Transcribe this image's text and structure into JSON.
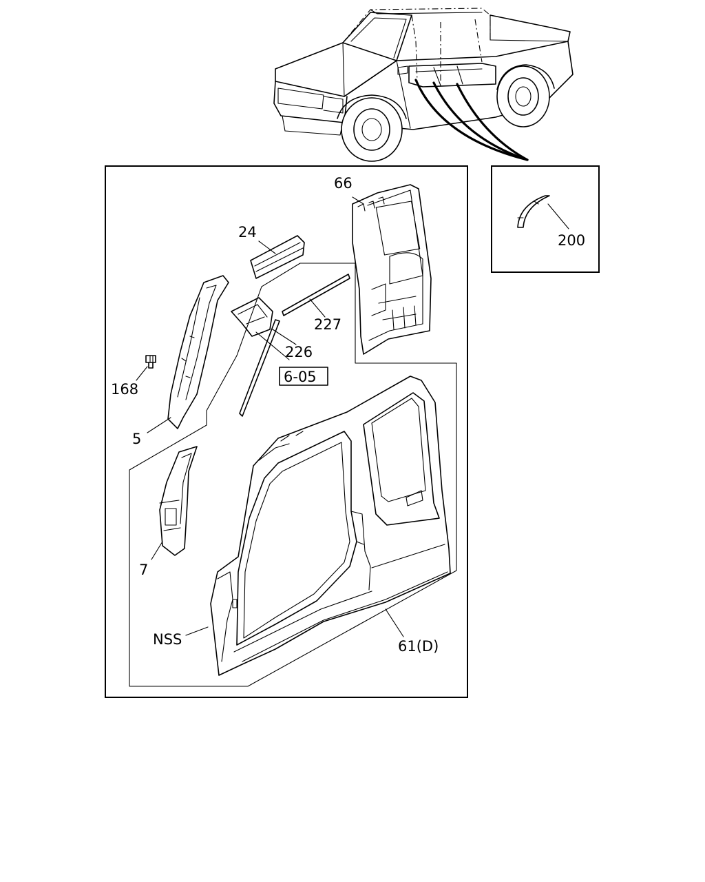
{
  "callouts": {
    "p66": "66",
    "p200": "200",
    "p24": "24",
    "p227": "227",
    "p226": "226",
    "ref_605": "6-05",
    "p168": "168",
    "p5": "5",
    "p7": "7",
    "nss": "NSS",
    "p61d": "61(D)"
  }
}
